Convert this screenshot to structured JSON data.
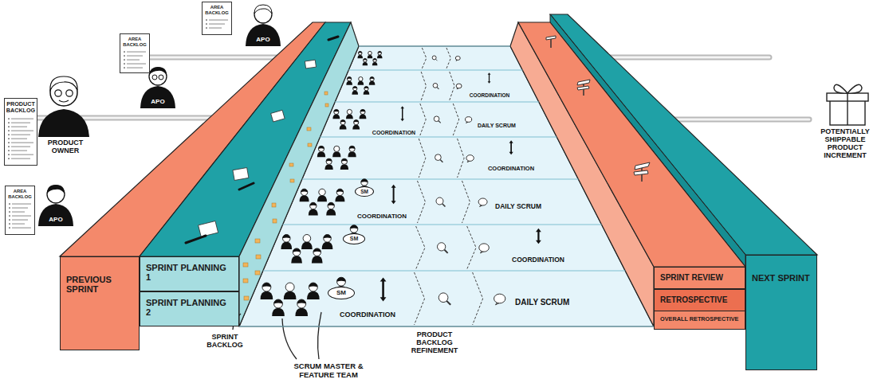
{
  "diagram": {
    "nodes": [
      {
        "text": [
          "AREA BACKLOG"
        ]
      },
      {
        "text": [
          "AREA BACKLOG"
        ]
      },
      {
        "text": [
          "PRODUCT BACKLOG"
        ]
      },
      {
        "text": [
          "AREA BACKLOG"
        ]
      },
      {
        "text": [
          "SM"
        ]
      },
      {
        "text": [
          "SM"
        ]
      },
      {
        "text": [
          "SM"
        ]
      },
      {
        "text": [
          "PREVIOUS SPRINT"
        ]
      },
      {
        "text": [
          "SPRINT PLANNING 1"
        ]
      },
      {
        "text": [
          "SPRINT PLANNING 2"
        ]
      },
      {
        "text": [
          "SPRINT REVIEW"
        ]
      },
      {
        "text": [
          "RETROSPECTIVE"
        ]
      },
      {
        "text": [
          "OVERALL RETROSPECTIVE"
        ]
      },
      {
        "text": [
          "NEXT SPRINT"
        ]
      }
    ],
    "labels": [
      "APO",
      "APO",
      "PRODUCT OWNER",
      "APO",
      "POTENTIALLY SHIPPABLE PRODUCT INCREMENT",
      "COORDINATION",
      "COORDINATION",
      "DAILY SCRUM",
      "COORDINATION",
      "COORDINATION",
      "DAILY SCRUM",
      "COORDINATION",
      "COORDINATION",
      "DAILY SCRUM",
      "SPRINT BACKLOG",
      "SCRUM MASTER & FEATURE TEAM",
      "PRODUCT BACKLOG REFINEMENT"
    ]
  }
}
